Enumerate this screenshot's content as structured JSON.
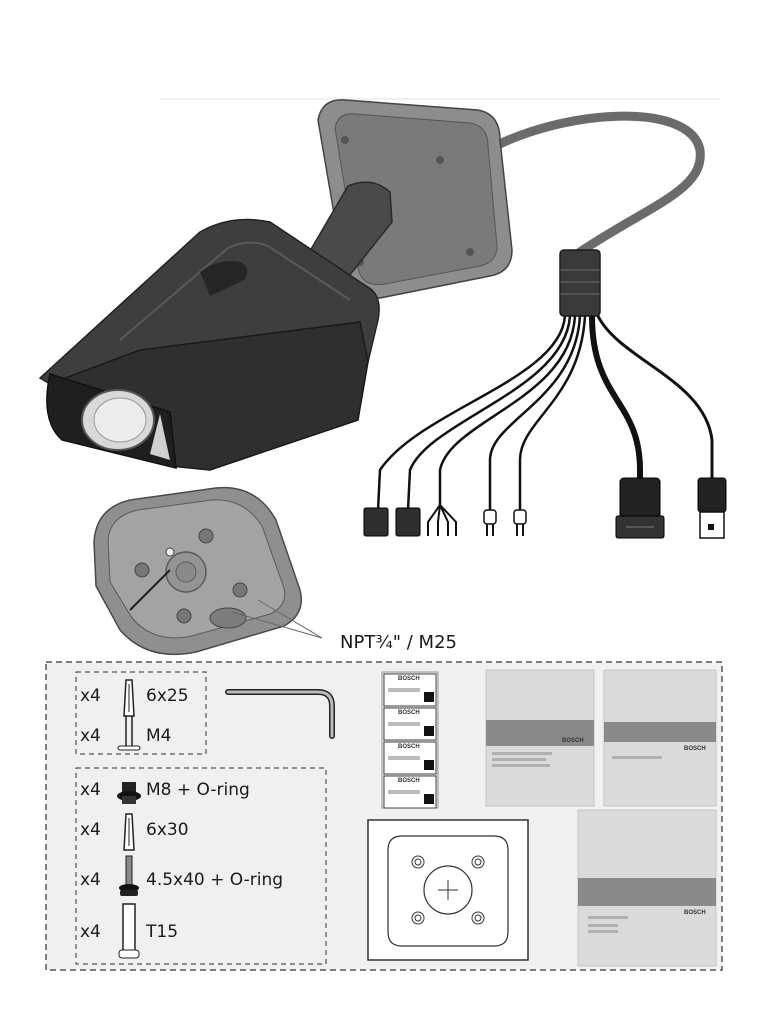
{
  "thread_label": "NPT¾\" / M25",
  "screw_kit": [
    {
      "qty": "x4",
      "label": "6x25"
    },
    {
      "qty": "x4",
      "label": "M4"
    }
  ],
  "mount_kit": [
    {
      "qty": "x4",
      "label": "M8 + O-ring"
    },
    {
      "qty": "x4",
      "label": "6x30"
    },
    {
      "qty": "x4",
      "label": "4.5x40 + O-ring"
    },
    {
      "qty": "x4",
      "label": "T15"
    }
  ],
  "brand": "BOSCH"
}
